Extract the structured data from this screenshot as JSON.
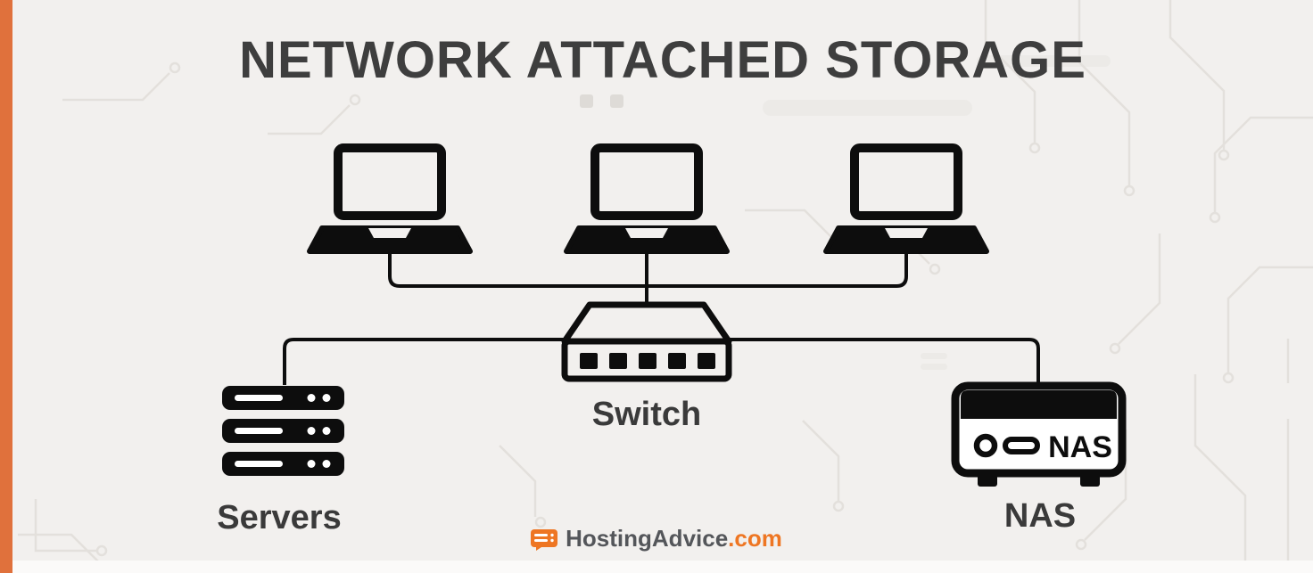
{
  "title": "NETWORK ATTACHED STORAGE",
  "labels": {
    "switch": "Switch",
    "servers": "Servers",
    "nas": "NAS",
    "nas_device": "NAS"
  },
  "logo": {
    "brand": "HostingAdvice",
    "tld": ".com"
  },
  "icons": {
    "clients": "laptop-icon",
    "network": "switch-icon",
    "storage_left": "server-rack-icon",
    "storage_right": "nas-device-icon",
    "brand": "hostingadvice-logo-icon"
  },
  "colors": {
    "background": "#F2F0EE",
    "accent_stripe": "#E0713C",
    "diagram_ink": "#0D0D0D",
    "heading_text": "#3E3E3E",
    "logo_orange": "#EE7623",
    "logo_gray": "#54565A",
    "circuit_lines": "#E3E0DC"
  }
}
